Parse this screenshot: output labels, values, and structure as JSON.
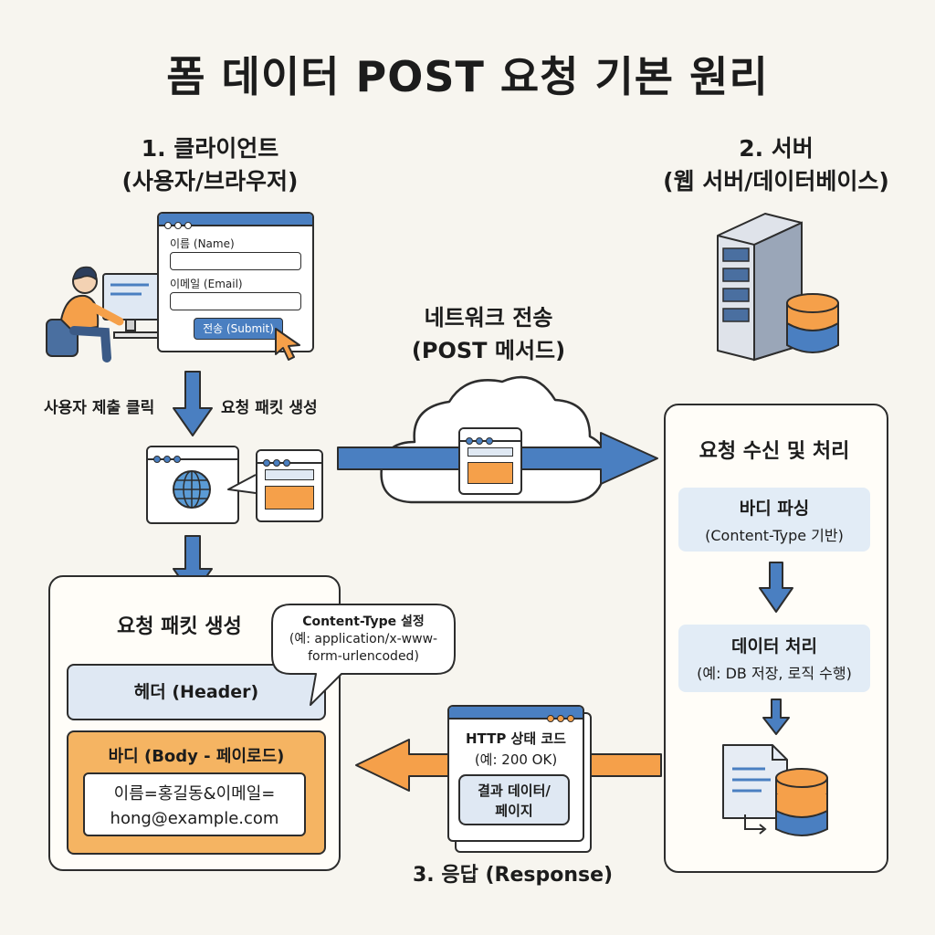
{
  "title": "폼 데이터 POST 요청 기본 원리",
  "client": {
    "heading": "1. 클라이언트",
    "subheading": "(사용자/브라우저)",
    "form": {
      "name_label": "이름 (Name)",
      "email_label": "이메일 (Email)",
      "submit_label": "전송 (Submit)"
    },
    "click_label": "사용자 제출 클릭",
    "packet_label": "요청 패킷 생성"
  },
  "server": {
    "heading": "2. 서버",
    "subheading": "(웹 서버/데이터베이스)",
    "panel_title": "요청 수신 및 처리",
    "parse_title": "바디 파싱",
    "parse_sub": "(Content-Type 기반)",
    "process_title": "데이터 처리",
    "process_sub": "(예: DB 저장, 로직 수행)"
  },
  "network": {
    "heading": "네트워크 전송",
    "subheading": "(POST 메서드)"
  },
  "packet": {
    "title": "요청 패킷 생성",
    "callout_title": "Content-Type 설정",
    "callout_line1": "(예: application/x-www-",
    "callout_line2": "form-urlencoded)",
    "header_label": "헤더 (Header)",
    "body_label": "바디 (Body - 페이로드)",
    "payload_line1": "이름=홍길동&이메일=",
    "payload_line2": "hong@example.com"
  },
  "response": {
    "status_title": "HTTP 상태 코드",
    "status_sub": "(예: 200 OK)",
    "result_line1": "결과 데이터/",
    "result_line2": "페이지",
    "label": "3. 응답 (Response)"
  },
  "colors": {
    "blue": "#4a7fc1",
    "orange": "#f5a04a",
    "light_blue": "#dfe8f3",
    "background": "#f7f5ef"
  }
}
